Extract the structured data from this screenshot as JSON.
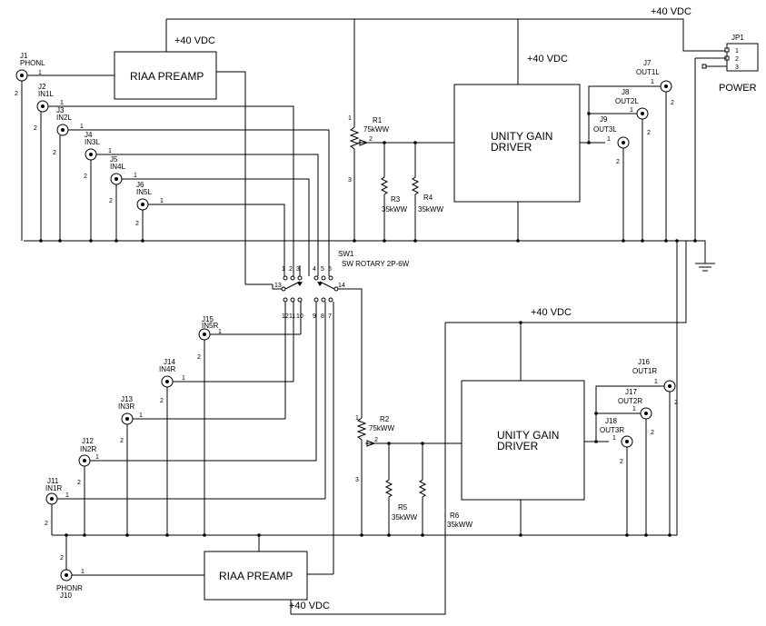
{
  "power": {
    "top": "+40 VDC",
    "preamp_top": "+40 VDC",
    "driver_top": "+40 VDC",
    "driver_bottom": "+40 VDC",
    "preamp_bottom": "+40 VDC",
    "label": "POWER"
  },
  "connector": {
    "ref": "JP1",
    "pins": [
      "1",
      "2",
      "3"
    ]
  },
  "blocks": {
    "preamp_top": "RIAA PREAMP",
    "preamp_bottom": "RIAA PREAMP",
    "driver_top": [
      "UNITY GAIN",
      "DRIVER"
    ],
    "driver_bottom": [
      "UNITY GAIN",
      "DRIVER"
    ]
  },
  "jacks_left": [
    {
      "ref": "J1",
      "name": "PHONL"
    },
    {
      "ref": "J2",
      "name": "IN1L"
    },
    {
      "ref": "J3",
      "name": "IN2L"
    },
    {
      "ref": "J4",
      "name": "IN3L"
    },
    {
      "ref": "J5",
      "name": "IN4L"
    },
    {
      "ref": "J6",
      "name": "IN5L"
    }
  ],
  "jacks_right_in": [
    {
      "ref": "J15",
      "name": "IN5R"
    },
    {
      "ref": "J14",
      "name": "IN4R"
    },
    {
      "ref": "J13",
      "name": "IN3R"
    },
    {
      "ref": "J12",
      "name": "IN2R"
    },
    {
      "ref": "J11",
      "name": "IN1R"
    },
    {
      "ref": "J10",
      "name": "PHONR"
    }
  ],
  "jacks_out": [
    {
      "ref": "J7",
      "name": "OUT1L"
    },
    {
      "ref": "J8",
      "name": "OUT2L"
    },
    {
      "ref": "J9",
      "name": "OUT3L"
    },
    {
      "ref": "J16",
      "name": "OUT1R"
    },
    {
      "ref": "J17",
      "name": "OUT2R"
    },
    {
      "ref": "J18",
      "name": "OUT3R"
    }
  ],
  "switch": {
    "ref": "SW1",
    "desc": "SW ROTARY 2P-6W",
    "pins": [
      "1",
      "2",
      "3",
      "4",
      "5",
      "6",
      "7",
      "8",
      "9",
      "10",
      "11",
      "12",
      "13",
      "14"
    ]
  },
  "resistors": [
    {
      "ref": "R1",
      "value": "75kWW"
    },
    {
      "ref": "R2",
      "value": "75kWW"
    },
    {
      "ref": "R3",
      "value": "35kWW"
    },
    {
      "ref": "R4",
      "value": "35kWW"
    },
    {
      "ref": "R5",
      "value": "35kWW"
    },
    {
      "ref": "R6",
      "value": "35kWW"
    }
  ],
  "pin_numbers": {
    "one": "1",
    "two": "2",
    "three": "3"
  }
}
